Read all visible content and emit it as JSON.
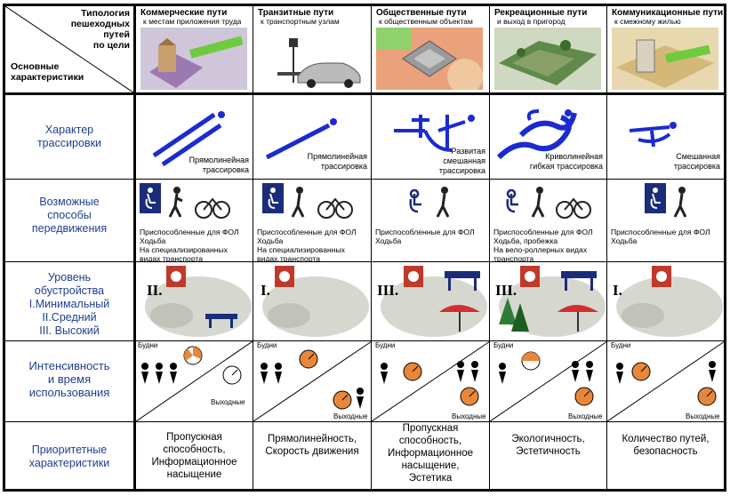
{
  "header": {
    "corner_top": [
      "Типология",
      "пешеходных",
      "путей",
      "по цели"
    ],
    "corner_bottom": [
      "Основные",
      "характеристики"
    ],
    "columns": [
      {
        "title": "Коммерческие пути",
        "subtitle": "к местам приложения труда"
      },
      {
        "title": "Транзитные пути",
        "subtitle": "к транспортным узлам"
      },
      {
        "title": "Общественные пути",
        "subtitle": "к общественным объектам"
      },
      {
        "title": "Рекреационные пути",
        "subtitle": "и выход в пригород"
      },
      {
        "title": "Коммуникационные пути",
        "subtitle": "к смежному жилью"
      }
    ]
  },
  "rows": {
    "trace": {
      "label": [
        "Характер",
        "трассировки"
      ],
      "cells": [
        [
          "Прямолинейная",
          "трассировка"
        ],
        [
          "Прямолинейная",
          "трассировка"
        ],
        [
          "Развитая",
          "смешанная",
          "трассировка"
        ],
        [
          "Криволинейная",
          "гибкая трассировка"
        ],
        [
          "Смешанная",
          "трассировка"
        ]
      ]
    },
    "movement": {
      "label": [
        "Возможные",
        "способы",
        "передвижения"
      ],
      "cells": [
        [
          "Приспособленные для ФОЛ",
          "Ходьба",
          "На специализированных",
          "видах транспорта"
        ],
        [
          "Приспособленные для ФОЛ",
          "Ходьба",
          "На специализированных",
          "видах транспорта"
        ],
        [
          "Приспособленные для ФОЛ",
          "Ходьба"
        ],
        [
          "Приспособленные для ФОЛ",
          "Ходьба, пробежка",
          "На вело-роллерных  видах",
          "транспорта"
        ],
        [
          "Приспособленные для ФОЛ",
          "Ходьба"
        ]
      ]
    },
    "level": {
      "label": [
        "Уровень",
        "обустройства",
        "I.Минимальный",
        "II.Средний",
        "III. Высокий"
      ],
      "cells": [
        "II.",
        "I.",
        "III.",
        "III.",
        "I."
      ]
    },
    "intensity": {
      "label": [
        "Интенсивность",
        "и время",
        "использования"
      ],
      "weekday": "Будни",
      "weekend": "Выходные"
    },
    "priority": {
      "label": [
        "Приоритетные",
        "характеристики"
      ],
      "cells": [
        [
          "Пропускная",
          "способность,",
          "Информационное",
          "насыщение"
        ],
        [
          "Прямолинейность,",
          "Скорость движения"
        ],
        [
          "Пропускная",
          "способность,",
          "Информационное",
          "насыщение,",
          "Эстетика"
        ],
        [
          "Экологичность,",
          "Эстетичность"
        ],
        [
          "Количество путей,",
          "безопасность"
        ]
      ]
    }
  },
  "colors": {
    "accent": "#1a2bd0",
    "label_text": "#1f3f8f",
    "orange": "#e8873a",
    "green": "#7ac142"
  }
}
